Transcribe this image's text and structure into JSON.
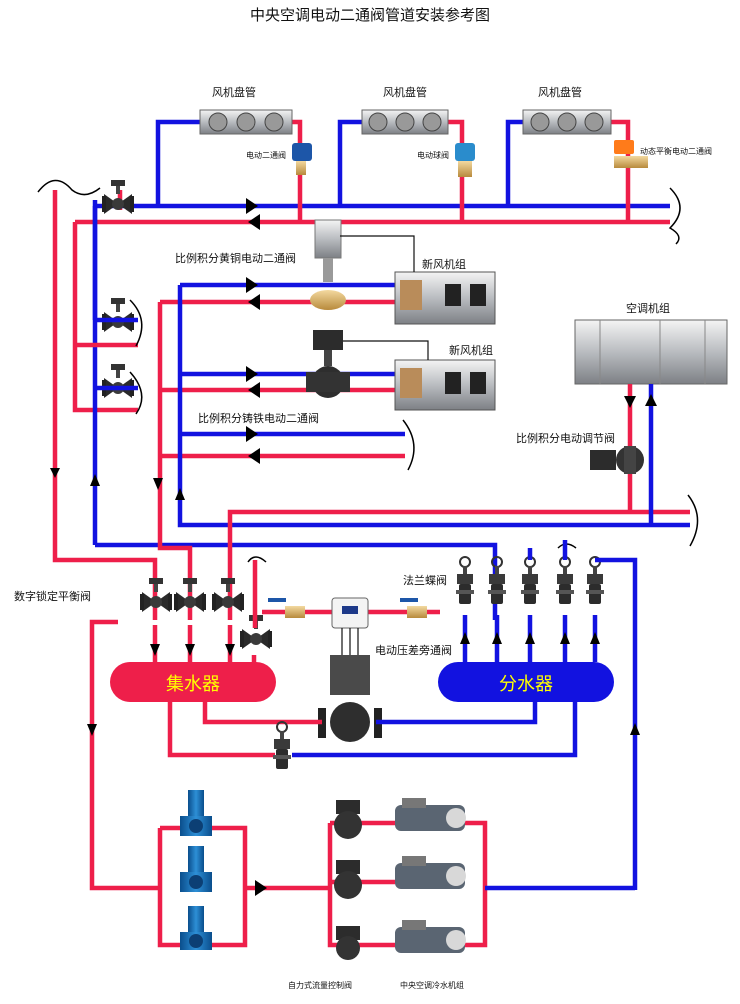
{
  "title": "中央空调电动二通阀管道安装参考图",
  "colors": {
    "supply": "#1212e0",
    "return": "#ee1f4a",
    "header_text": "#ffff00"
  },
  "labels": {
    "fan_coil": "风机盘管",
    "electric_two_way_valve": "电动二通阀",
    "electric_ball_valve": "电动球阀",
    "dynamic_balance_valve": "动态平衡电动二通阀",
    "brass_proportional_valve": "比例积分黄铜电动二通阀",
    "fresh_air_unit": "新风机组",
    "cast_iron_proportional_valve": "比例积分铸铁电动二通阀",
    "ahu": "空调机组",
    "proportional_regulating_valve": "比例积分电动调节阀",
    "digital_balance_valve": "数字锁定平衡阀",
    "flange_butterfly_valve": "法兰蝶阀",
    "bypass_valve": "电动压差旁通阀",
    "collector": "集水器",
    "distributor": "分水器",
    "flow_control_valve": "自力式流量控制阀",
    "chiller": "中央空调冷水机组"
  }
}
